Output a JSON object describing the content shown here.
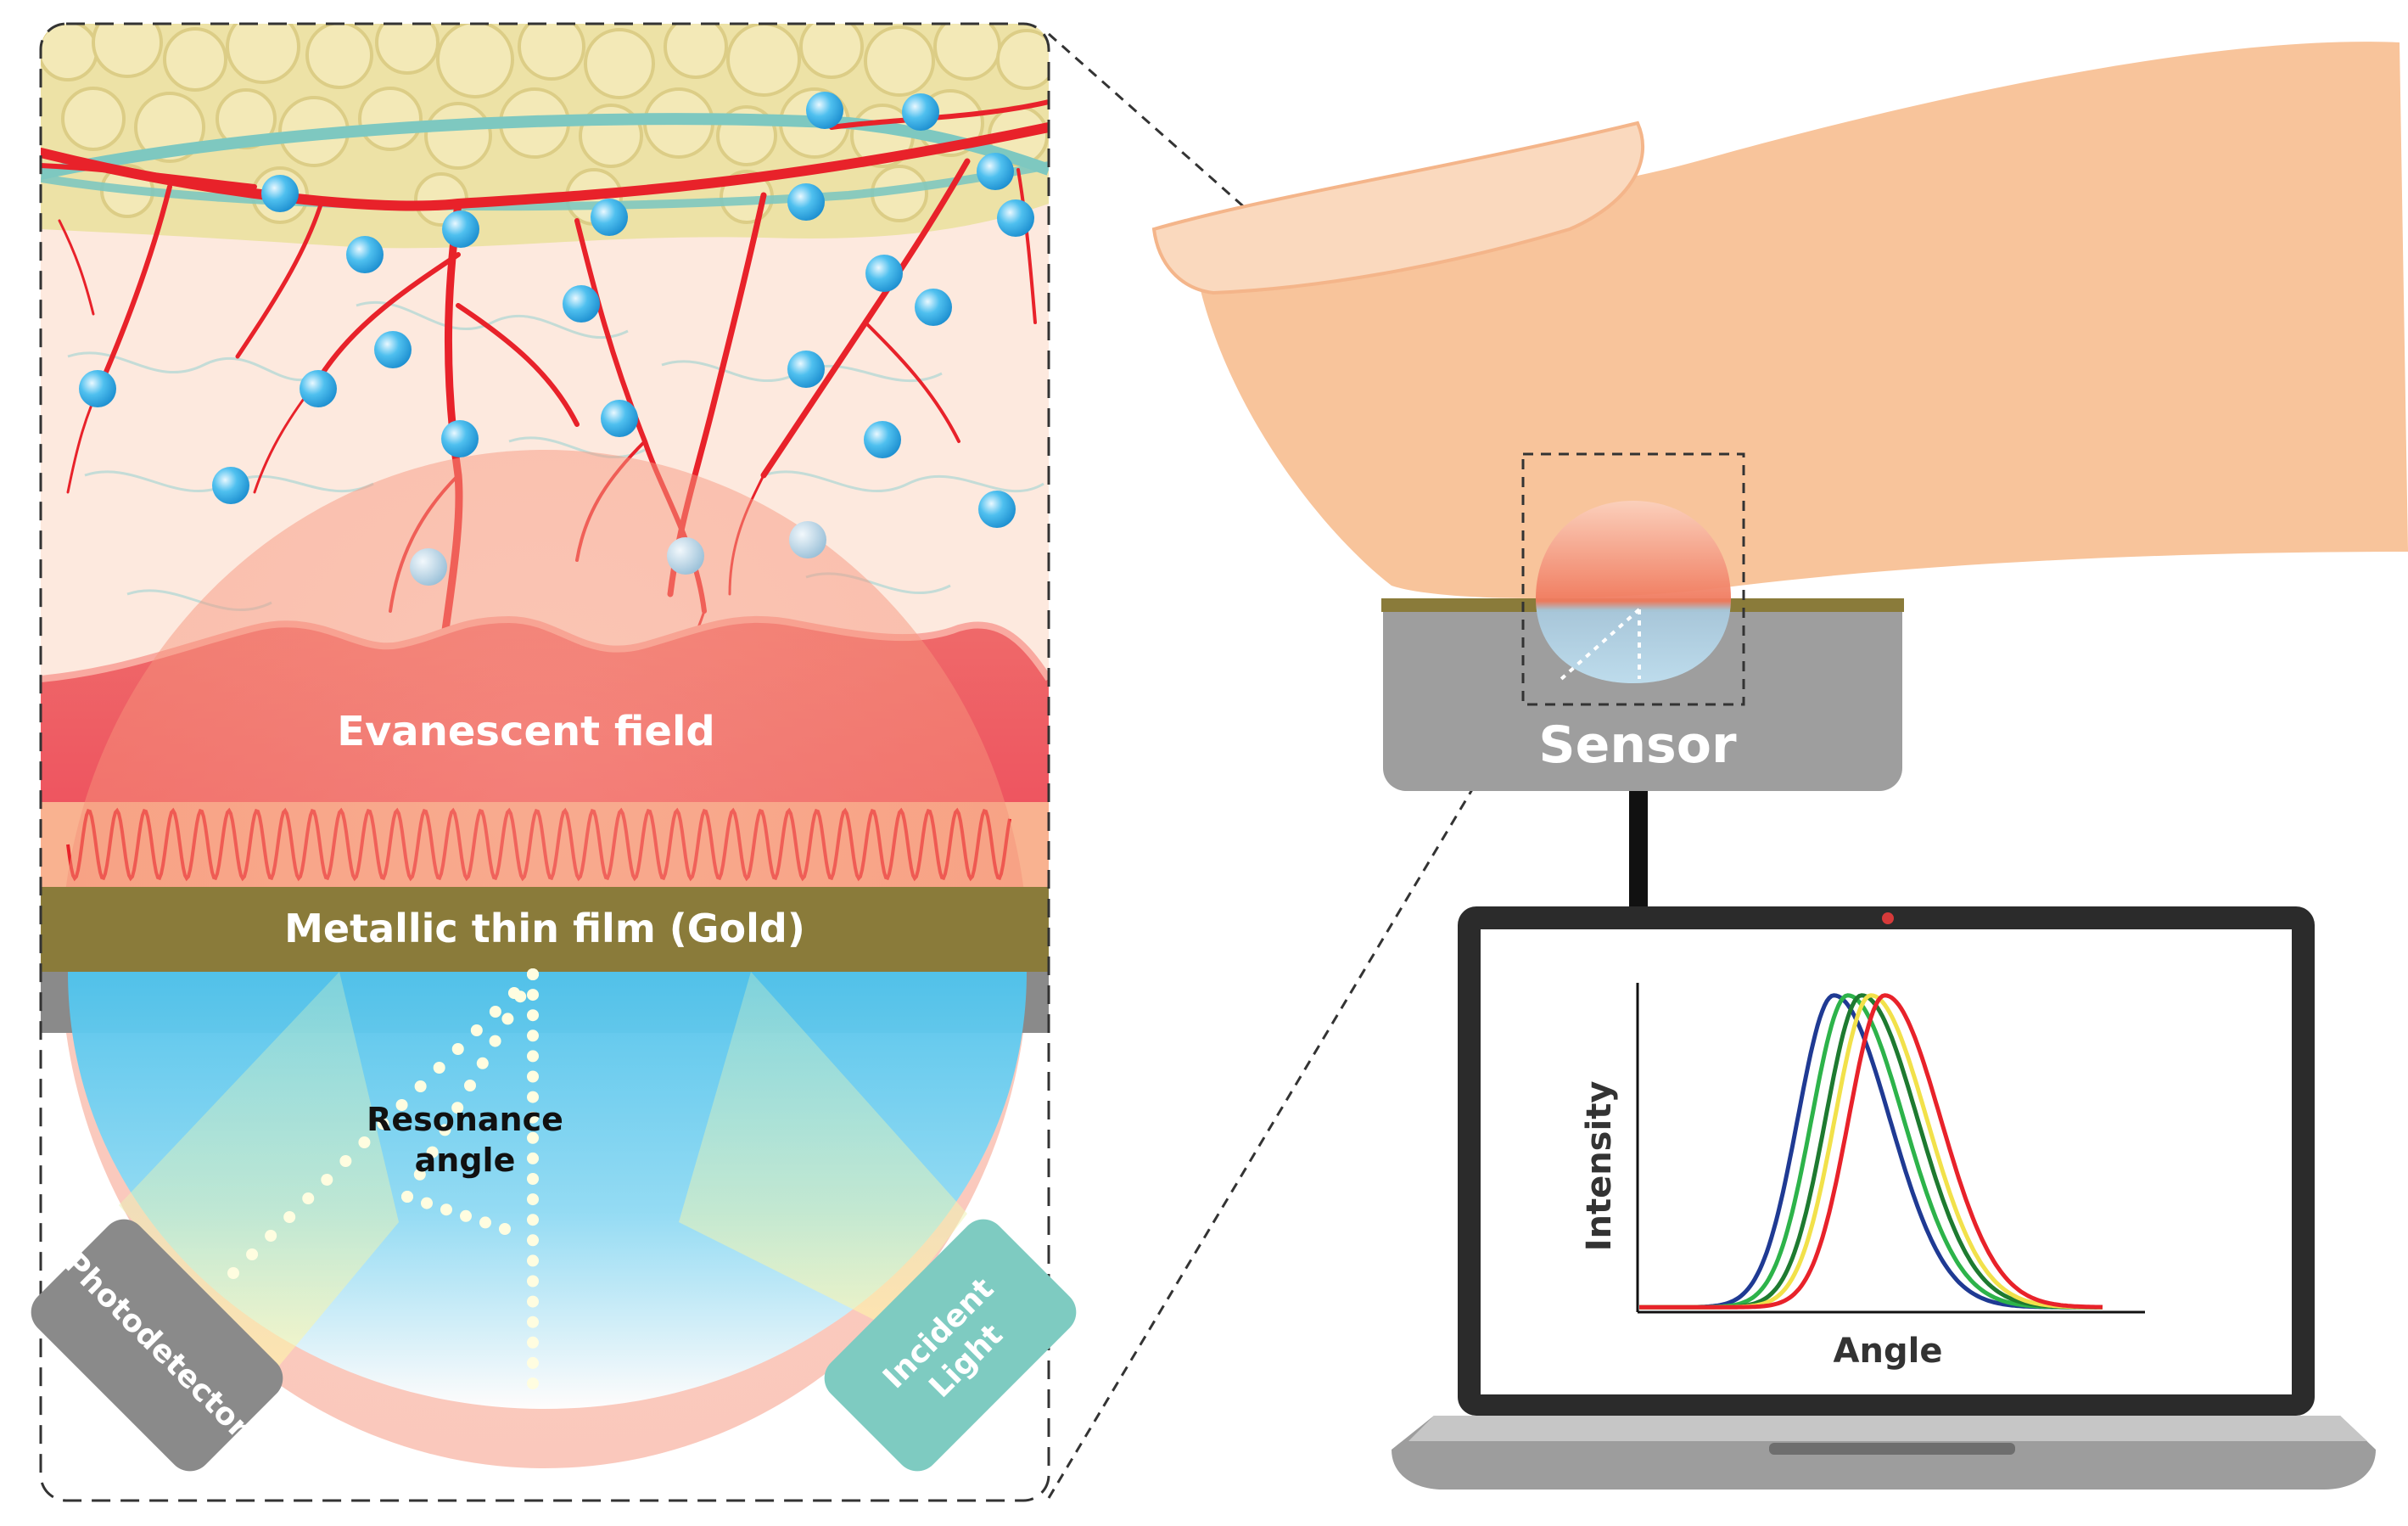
{
  "labels": {
    "evanescent_field": "Evanescent field",
    "metallic_film": "Metallic thin film (Gold)",
    "resonance_angle_line1": "Resonance",
    "resonance_angle_line2": "angle",
    "photodetector": "Photodetector",
    "incident_light_line1": "Incident",
    "incident_light_line2": "Light",
    "sensor": "Sensor"
  },
  "colors": {
    "fat_layer": "#ede2a6",
    "dermis": "#fde8dc",
    "blood_vessel": "#e8222a",
    "lymph_vessel": "#7ec8c0",
    "molecule": "#2aa8e8",
    "evanescent": "#ef5a5a",
    "gold_film": "#8a7b3a",
    "prism": "#62cdf0",
    "photodetector": "#8a8a8a",
    "incident_light": "#7ecbc1",
    "finger": "#f8c49b",
    "sensor_body": "#9e9e9e",
    "laptop_frame": "#2b2b2b"
  },
  "icons": {
    "finger": "finger-illustration",
    "sensor": "sensor-device",
    "laptop": "laptop-icon",
    "molecule": "molecule-sphere-icon"
  },
  "chart_data": {
    "type": "line",
    "xlabel": "Angle",
    "ylabel": "Intensity",
    "series": [
      {
        "color": "#1f3a93",
        "peak": 0.42
      },
      {
        "color": "#2db34a",
        "peak": 0.45
      },
      {
        "color": "#1e7a30",
        "peak": 0.48
      },
      {
        "color": "#f2e14a",
        "peak": 0.5
      },
      {
        "color": "#e8222a",
        "peak": 0.53
      }
    ]
  }
}
